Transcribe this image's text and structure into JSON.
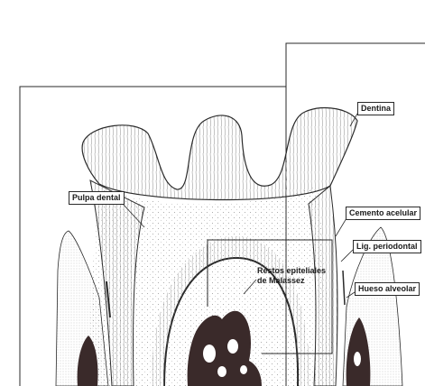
{
  "labels": {
    "dentina": "Dentina",
    "pulpa_dental": "Pulpa dental",
    "cemento_acelular": "Cemento acelular",
    "lig_periodontal": "Lig. periodontal",
    "hueso_alveolar": "Hueso alveolar",
    "restos_line1": "Restos epiteliales",
    "restos_line2": "de Malassez"
  },
  "colors": {
    "ink": "#2a2a2a",
    "bone": "#3a2a2a",
    "paper": "#ffffff",
    "stipple": "#9a9a9a"
  }
}
